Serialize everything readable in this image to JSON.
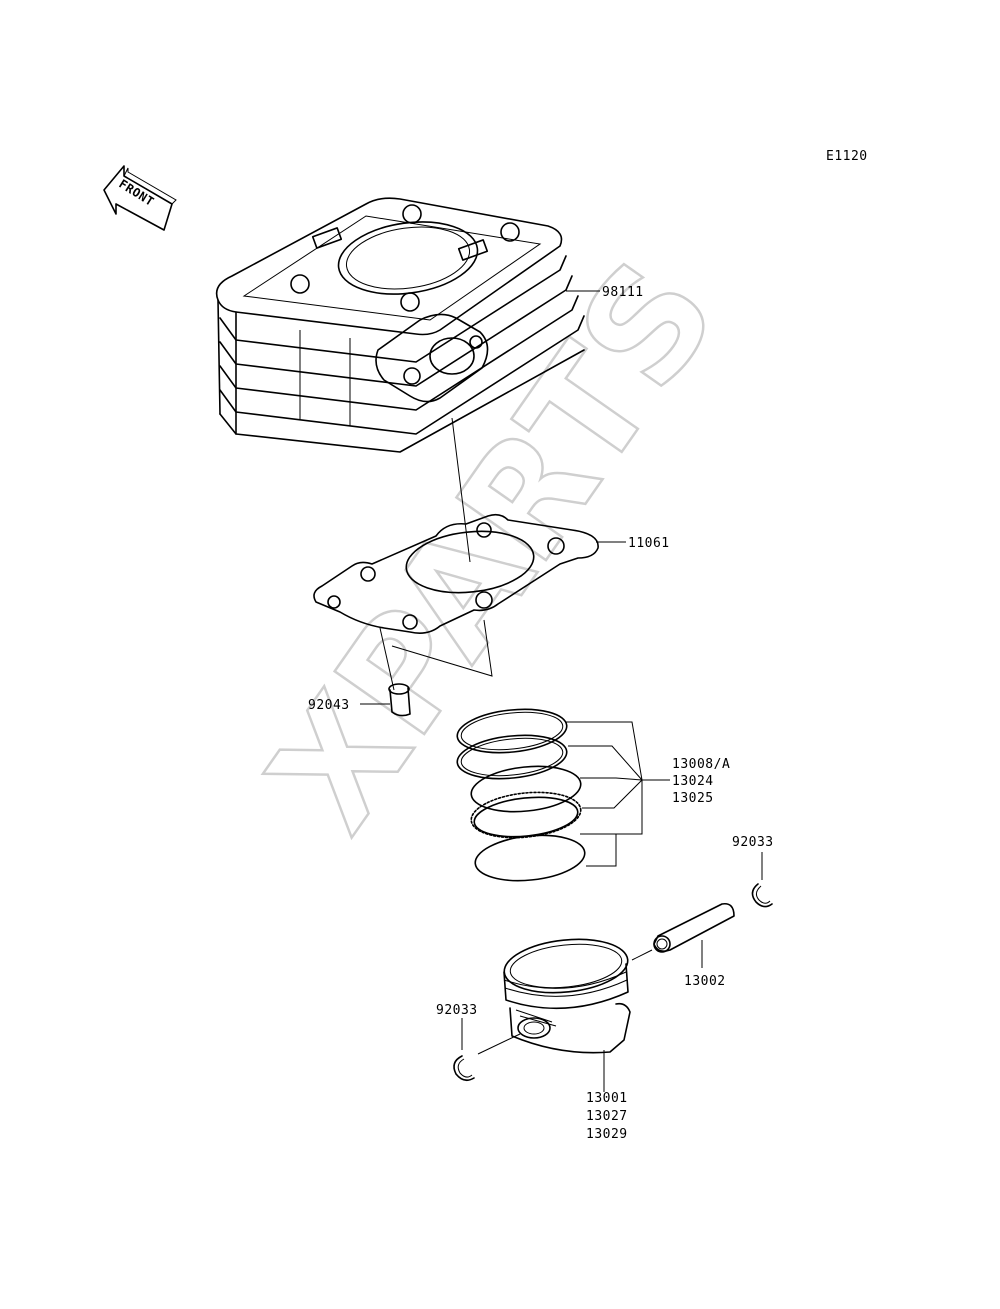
{
  "diagram_code": "E1120",
  "front_arrow_text": "FRONT",
  "watermark": "XPARTS",
  "callouts": {
    "cylinder": "98111",
    "gasket": "11061",
    "dowel_pin": "92043",
    "rings": [
      "13008/A",
      "13024",
      "13025"
    ],
    "circlip_right": "92033",
    "piston_pin": "13002",
    "circlip_left": "92033",
    "piston": [
      "13001",
      "13027",
      "13029"
    ]
  }
}
